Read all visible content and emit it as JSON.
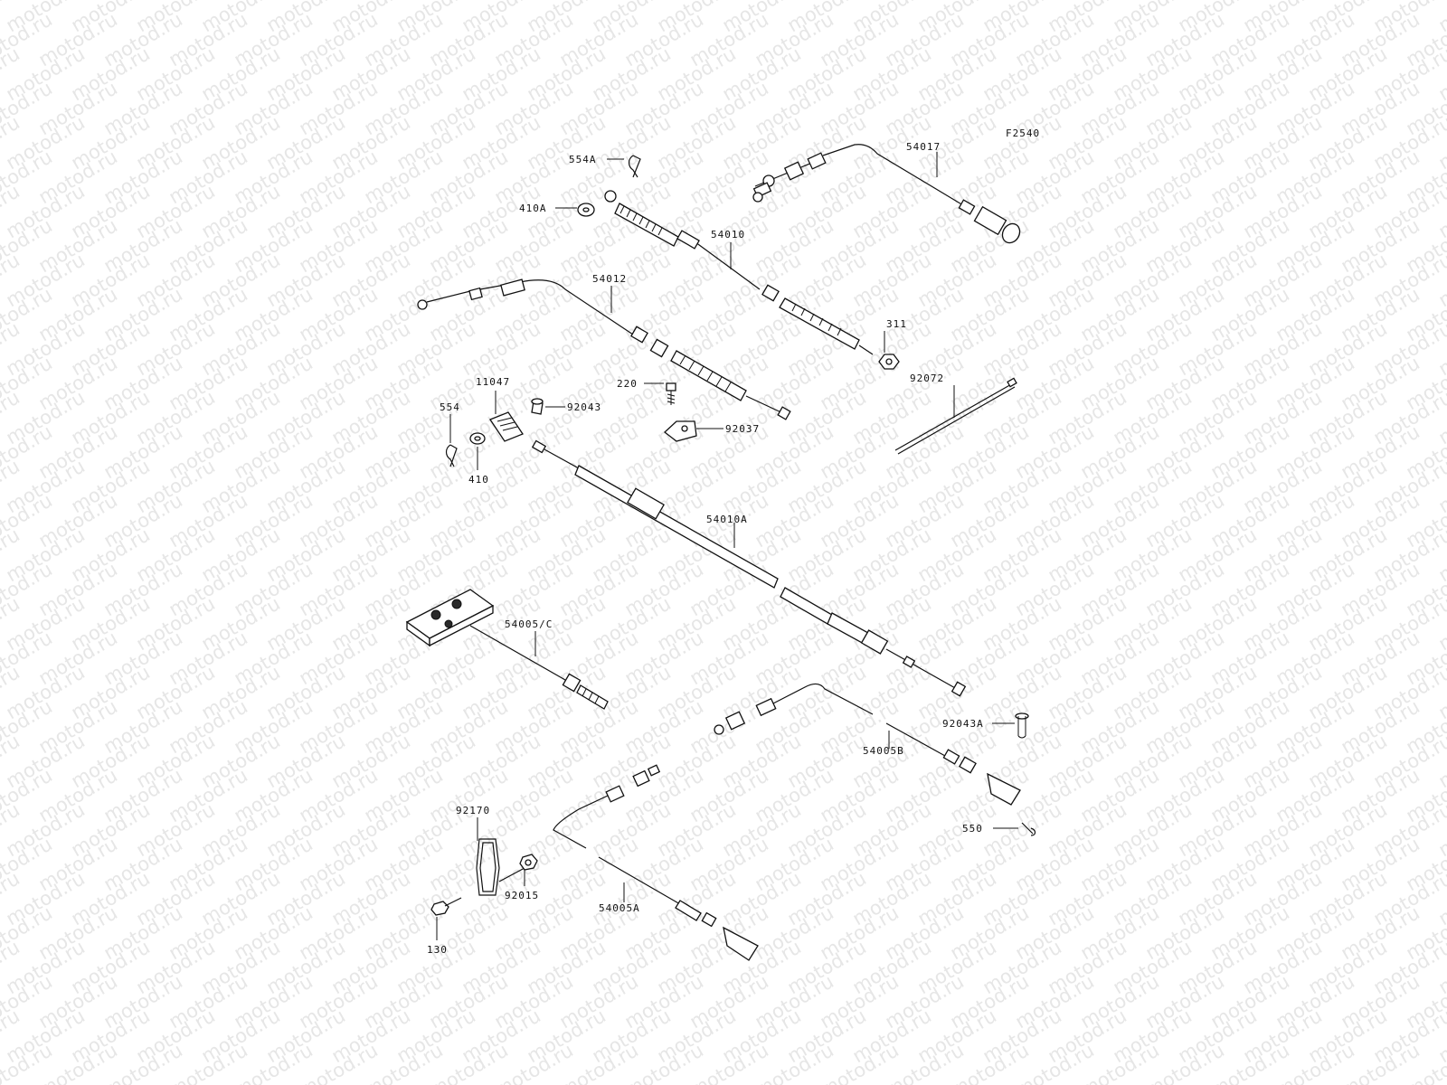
{
  "diagram": {
    "figure_code": "F2540",
    "watermark": "motod.ru",
    "part_labels": {
      "p54017": "54017",
      "p554A": "554A",
      "p410A": "410A",
      "p54010": "54010",
      "p54012": "54012",
      "p311": "311",
      "p92072": "92072",
      "p11047": "11047",
      "p220": "220",
      "p92043": "92043",
      "p554": "554",
      "p92037": "92037",
      "p410": "410",
      "p54010A": "54010A",
      "p54005C": "54005/C",
      "p92043A": "92043A",
      "p54005B": "54005B",
      "p550": "550",
      "p92170": "92170",
      "p92015": "92015",
      "p54005A": "54005A",
      "p130": "130"
    }
  }
}
